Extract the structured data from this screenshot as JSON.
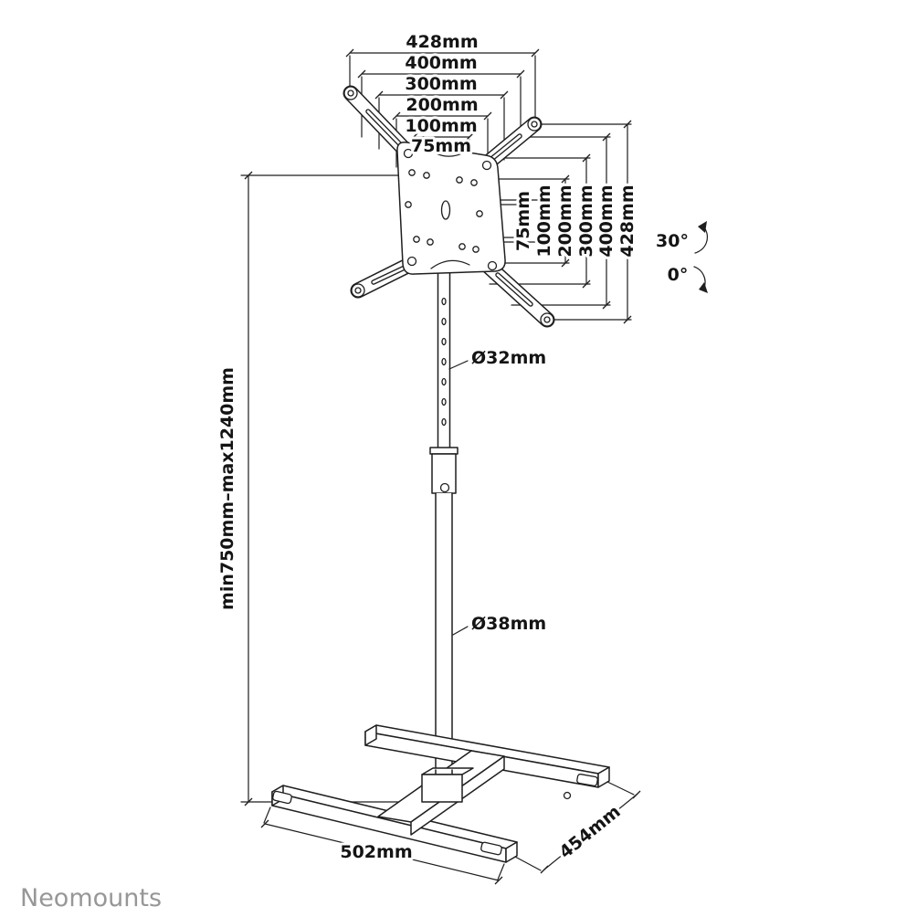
{
  "brand": {
    "logo": "Neomounts"
  },
  "colors": {
    "line": "#1f1f1f",
    "background": "#ffffff",
    "logo_gray": "#979797"
  },
  "diagram": {
    "top_dimensions": [
      "428mm",
      "400mm",
      "300mm",
      "200mm",
      "100mm",
      "75mm"
    ],
    "right_dimensions": [
      "75mm",
      "100mm",
      "200mm",
      "300mm",
      "400mm",
      "428mm"
    ],
    "tilt": {
      "max": "30°",
      "min": "0°"
    },
    "pole": {
      "upper": "Ø32mm",
      "lower": "Ø38mm"
    },
    "height_range": "min750mm–max1240mm",
    "base": {
      "width": "502mm",
      "depth": "454mm"
    }
  }
}
